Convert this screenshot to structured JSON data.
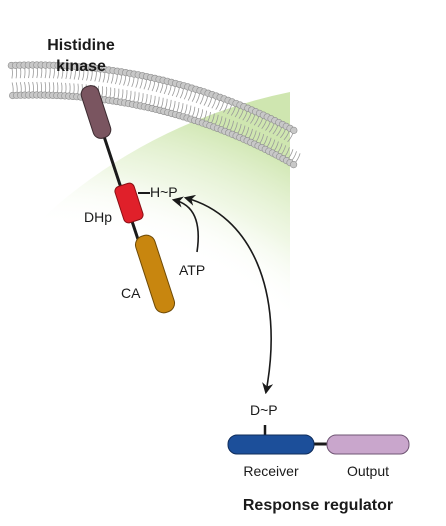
{
  "histidine_kinase": {
    "title_line1": "Histidine",
    "title_line2": "kinase",
    "dhp_label": "DHp",
    "ca_label": "CA",
    "phospho_histidine_label": "H~P",
    "atp_label": "ATP"
  },
  "response_regulator": {
    "title": "Response regulator",
    "phospho_aspartate_label": "D~P",
    "receiver_label": "Receiver",
    "output_label": "Output"
  },
  "colors": {
    "sensor_domain": "#7a5560",
    "dhp_domain": "#e0202a",
    "ca_domain": "#c8860f",
    "receiver_domain": "#1c4f9a",
    "output_domain": "#c9a6cc",
    "cytoplasm_gradient": "#d6ecb8",
    "membrane_lipid": "#c8c8c8"
  }
}
